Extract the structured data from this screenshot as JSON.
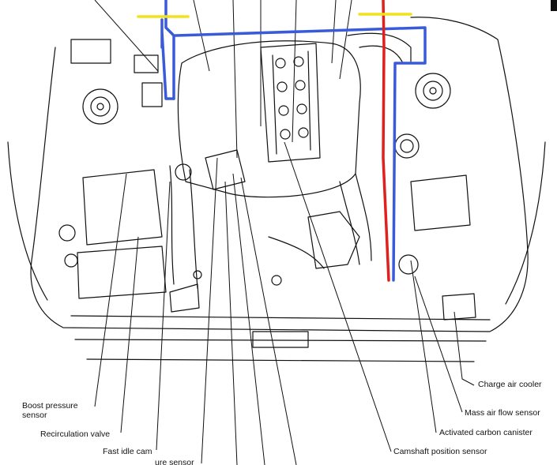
{
  "labels": {
    "boost_pressure_sensor_line1": "Boost pressure",
    "boost_pressure_sensor_line2": "sensor",
    "recirculation_valve": "Recirculation valve",
    "fast_idle_cam": "Fast idle cam",
    "cut_off_sensor_fragment": "ure sensor",
    "charge_air_cooler": "Charge air cooler",
    "mass_air_flow_sensor": "Mass air flow sensor",
    "activated_carbon_canister": "Activated carbon canister",
    "camshaft_position_sensor": "Camshaft position sensor"
  },
  "overlay_colors": {
    "route_blue": "#3a5bd9",
    "route_red": "#e01f1f",
    "marker_yellow": "#f2e21c",
    "ink": "#111111"
  }
}
